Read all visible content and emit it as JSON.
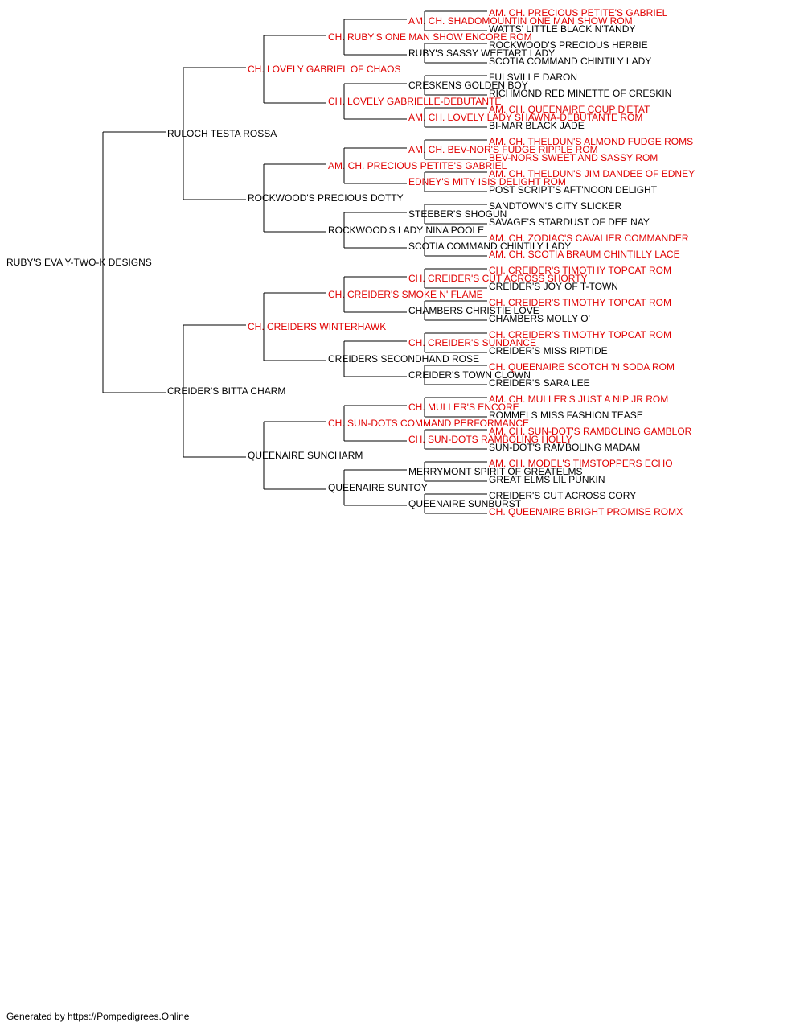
{
  "colors": {
    "champion": "#e00000",
    "normal": "#000000",
    "lines": "#000000"
  },
  "pedigree": {
    "name": "RUBY'S EVA Y-TWO-K DESIGNS",
    "champion": false,
    "sire": {
      "name": "RULOCH TESTA ROSSA",
      "champion": false,
      "sire": {
        "name": "CH. LOVELY GABRIEL OF CHAOS",
        "champion": true,
        "sire": {
          "name": "CH. RUBY'S ONE MAN SHOW ENCORE ROM",
          "champion": true,
          "sire": {
            "name": "AM. CH. SHADOMOUNTIN ONE MAN SHOW ROM",
            "champion": true,
            "sire": {
              "name": "AM. CH. PRECIOUS PETITE'S GABRIEL",
              "champion": true
            },
            "dam": {
              "name": "WATTS' LITTLE BLACK N'TANDY",
              "champion": false
            }
          },
          "dam": {
            "name": "RUBY'S SASSY WEETART LADY",
            "champion": false,
            "sire": {
              "name": "ROCKWOOD'S PRECIOUS HERBIE",
              "champion": false
            },
            "dam": {
              "name": "SCOTIA COMMAND CHINTILY LADY",
              "champion": false
            }
          }
        },
        "dam": {
          "name": "CH. LOVELY GABRIELLE-DEBUTANTE",
          "champion": true,
          "sire": {
            "name": "CRESKENS GOLDEN BOY",
            "champion": false,
            "sire": {
              "name": "FULSVILLE DARON",
              "champion": false
            },
            "dam": {
              "name": "RICHMOND RED MINETTE OF CRESKIN",
              "champion": false
            }
          },
          "dam": {
            "name": "AM. CH. LOVELY LADY SHAWNA-DEBUTANTE ROM",
            "champion": true,
            "sire": {
              "name": "AM. CH. QUEENAIRE COUP D'ETAT",
              "champion": true
            },
            "dam": {
              "name": "BI-MAR BLACK JADE",
              "champion": false
            }
          }
        }
      },
      "dam": {
        "name": "ROCKWOOD'S PRECIOUS DOTTY",
        "champion": false,
        "sire": {
          "name": "AM. CH. PRECIOUS PETITE'S GABRIEL",
          "champion": true,
          "sire": {
            "name": "AM. CH. BEV-NOR'S FUDGE RIPPLE ROM",
            "champion": true,
            "sire": {
              "name": "AM. CH. THELDUN'S ALMOND FUDGE ROMS",
              "champion": true
            },
            "dam": {
              "name": "BEV-NORS SWEET AND SASSY ROM",
              "champion": true
            }
          },
          "dam": {
            "name": "EDNEY'S MITY ISIS DELIGHT ROM",
            "champion": true,
            "sire": {
              "name": "AM. CH. THELDUN'S JIM DANDEE OF EDNEY",
              "champion": true
            },
            "dam": {
              "name": "POST SCRIPT'S AFT'NOON DELIGHT",
              "champion": false
            }
          }
        },
        "dam": {
          "name": "ROCKWOOD'S LADY NINA POOLE",
          "champion": false,
          "sire": {
            "name": "STEEBER'S SHOGUN",
            "champion": false,
            "sire": {
              "name": "SANDTOWN'S CITY SLICKER",
              "champion": false
            },
            "dam": {
              "name": "SAVAGE'S STARDUST OF DEE NAY",
              "champion": false
            }
          },
          "dam": {
            "name": "SCOTIA COMMAND CHINTILY LADY",
            "champion": false,
            "sire": {
              "name": "AM. CH. ZODIAC'S CAVALIER COMMANDER",
              "champion": true
            },
            "dam": {
              "name": "AM. CH. SCOTIA BRAUM CHINTILLY LACE",
              "champion": true
            }
          }
        }
      }
    },
    "dam": {
      "name": "CREIDER'S BITTA CHARM",
      "champion": false,
      "sire": {
        "name": "CH. CREIDERS WINTERHAWK",
        "champion": true,
        "sire": {
          "name": "CH. CREIDER'S SMOKE N' FLAME",
          "champion": true,
          "sire": {
            "name": "CH. CREIDER'S CUT ACROSS SHORTY",
            "champion": true,
            "sire": {
              "name": "CH. CREIDER'S TIMOTHY TOPCAT ROM",
              "champion": true
            },
            "dam": {
              "name": "CREIDER'S JOY OF T-TOWN",
              "champion": false
            }
          },
          "dam": {
            "name": "CHAMBERS CHRISTIE LOVE",
            "champion": false,
            "sire": {
              "name": "CH. CREIDER'S TIMOTHY TOPCAT ROM",
              "champion": true
            },
            "dam": {
              "name": "CHAMBERS MOLLY O'",
              "champion": false
            }
          }
        },
        "dam": {
          "name": "CREIDERS SECONDHAND ROSE",
          "champion": false,
          "sire": {
            "name": "CH. CREIDER'S SUNDANCE",
            "champion": true,
            "sire": {
              "name": "CH. CREIDER'S TIMOTHY TOPCAT ROM",
              "champion": true
            },
            "dam": {
              "name": "CREIDER'S MISS RIPTIDE",
              "champion": false
            }
          },
          "dam": {
            "name": "CREIDER'S TOWN CLOWN",
            "champion": false,
            "sire": {
              "name": "CH. QUEENAIRE SCOTCH 'N SODA ROM",
              "champion": true
            },
            "dam": {
              "name": "CREIDER'S SARA LEE",
              "champion": false
            }
          }
        }
      },
      "dam": {
        "name": "QUEENAIRE SUNCHARM",
        "champion": false,
        "sire": {
          "name": "CH. SUN-DOTS COMMAND PERFORMANCE",
          "champion": true,
          "sire": {
            "name": "CH. MULLER'S ENCORE",
            "champion": true,
            "sire": {
              "name": "AM. CH. MULLER'S JUST A NIP JR ROM",
              "champion": true
            },
            "dam": {
              "name": "ROMMELS MISS FASHION TEASE",
              "champion": false
            }
          },
          "dam": {
            "name": "CH. SUN-DOTS RAMBOLING HOLLY",
            "champion": true,
            "sire": {
              "name": "AM. CH. SUN-DOT'S RAMBOLING GAMBLOR",
              "champion": true
            },
            "dam": {
              "name": "SUN-DOT'S RAMBOLING MADAM",
              "champion": false
            }
          }
        },
        "dam": {
          "name": "QUEENAIRE SUNTOY",
          "champion": false,
          "sire": {
            "name": "MERRYMONT SPIRIT OF GREATELMS",
            "champion": false,
            "sire": {
              "name": "AM. CH. MODEL'S TIMSTOPPERS ECHO",
              "champion": true
            },
            "dam": {
              "name": "GREAT ELMS LIL PUNKIN",
              "champion": false
            }
          },
          "dam": {
            "name": "QUEENAIRE SUNBURST",
            "champion": false,
            "sire": {
              "name": "CREIDER'S CUT ACROSS CORY",
              "champion": false
            },
            "dam": {
              "name": "CH. QUEENAIRE BRIGHT PROMISE ROMX",
              "champion": true
            }
          }
        }
      }
    }
  },
  "footer": "Generated by https://Pompedigrees.Online"
}
